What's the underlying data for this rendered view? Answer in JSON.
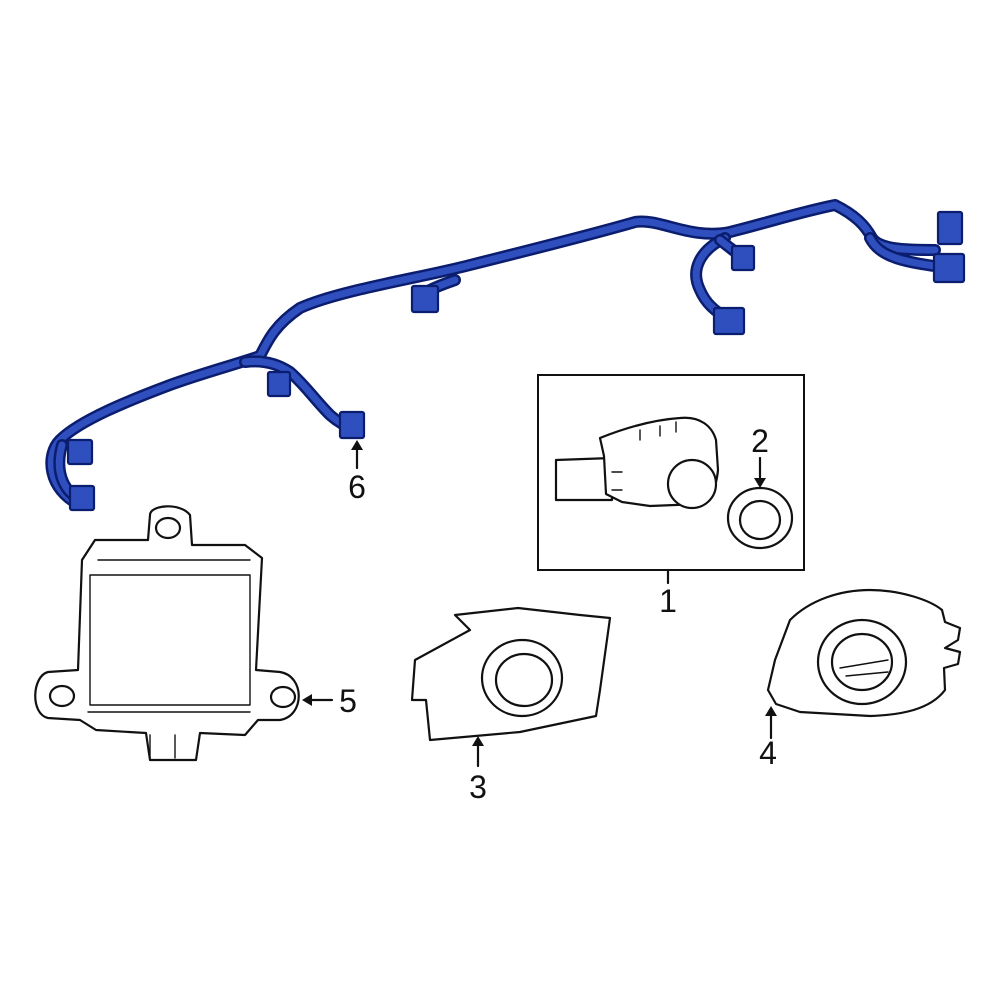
{
  "callouts": {
    "c1": "1",
    "c2": "2",
    "c3": "3",
    "c4": "4",
    "c5": "5",
    "c6": "6"
  },
  "colors": {
    "harness_fill": "#2f4fbf",
    "harness_outline": "#0b1d6e",
    "line": "#111111",
    "background": "#ffffff"
  }
}
